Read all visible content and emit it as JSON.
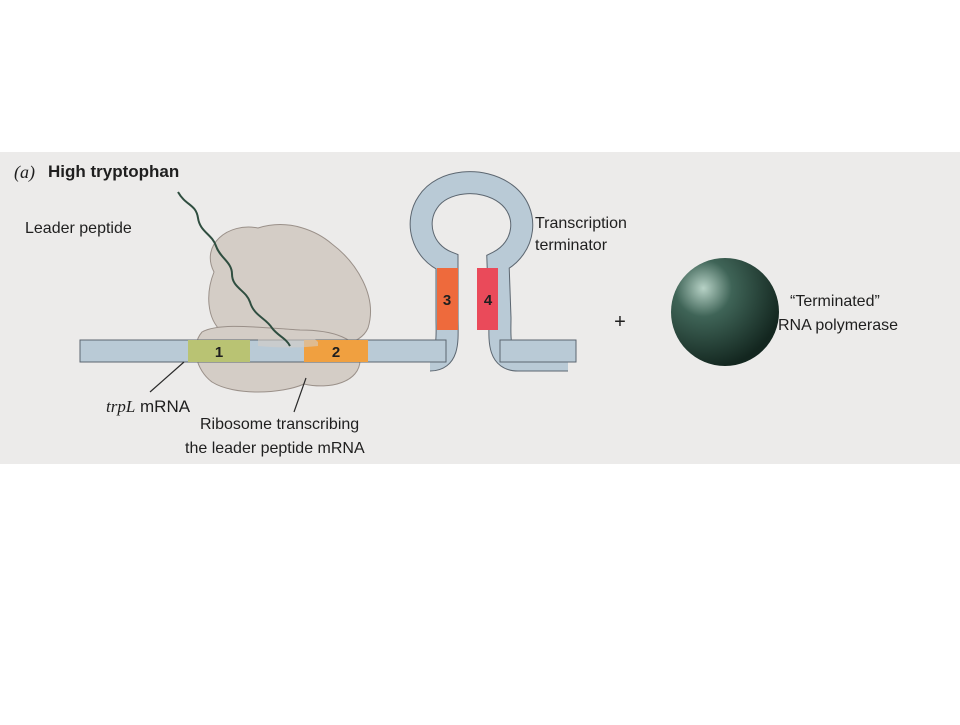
{
  "panel": {
    "label": "(a)",
    "title": "High tryptophan"
  },
  "labels": {
    "leader_peptide": "Leader peptide",
    "transcription_terminator_1": "Transcription",
    "transcription_terminator_2": "terminator",
    "trpl_gene": "trpL",
    "trpl_suffix": " mRNA",
    "ribosome_1": "Ribosome transcribing",
    "ribosome_2": "the leader peptide mRNA",
    "terminated_1": "“Terminated”",
    "terminated_2": "RNA polymerase",
    "plus": "+"
  },
  "regions": {
    "r1": "1",
    "r2": "2",
    "r3": "3",
    "r4": "4"
  },
  "colors": {
    "panel_bg": "#ecebea",
    "mrna": "#b9cad6",
    "mrna_stroke": "#5c6670",
    "ribosome": "#d4cdc6",
    "ribosome_stroke": "#9a9089",
    "region1": "#b9c373",
    "region2": "#f0a040",
    "region3": "#ee6a3c",
    "region4": "#ea4a5a",
    "peptide": "#3a5a4a",
    "polymerase_dark": "#1f3a30",
    "polymerase_light": "#b7d2c6"
  }
}
